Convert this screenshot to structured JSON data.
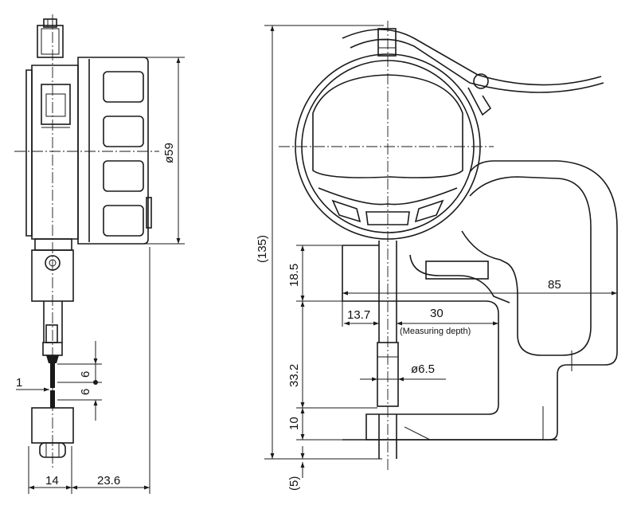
{
  "side_view": {
    "dim_width_left": "14",
    "dim_width_right": "23.6",
    "dim_dial_dia": "ø59",
    "dim_gap": "1",
    "dim_anvil_upper": "6",
    "dim_anvil_lower": "6"
  },
  "front_view": {
    "dim_total_height": "(135)",
    "dim_depth_to_frame": "18.5",
    "dim_frame_length": "85",
    "dim_offset": "13.7",
    "dim_measuring_depth": "30",
    "measuring_depth_note": "(Measuring depth)",
    "dim_throat_height": "33.2",
    "dim_anvil_dia": "ø6.5",
    "dim_base": "10",
    "dim_bottom": "(5)"
  }
}
